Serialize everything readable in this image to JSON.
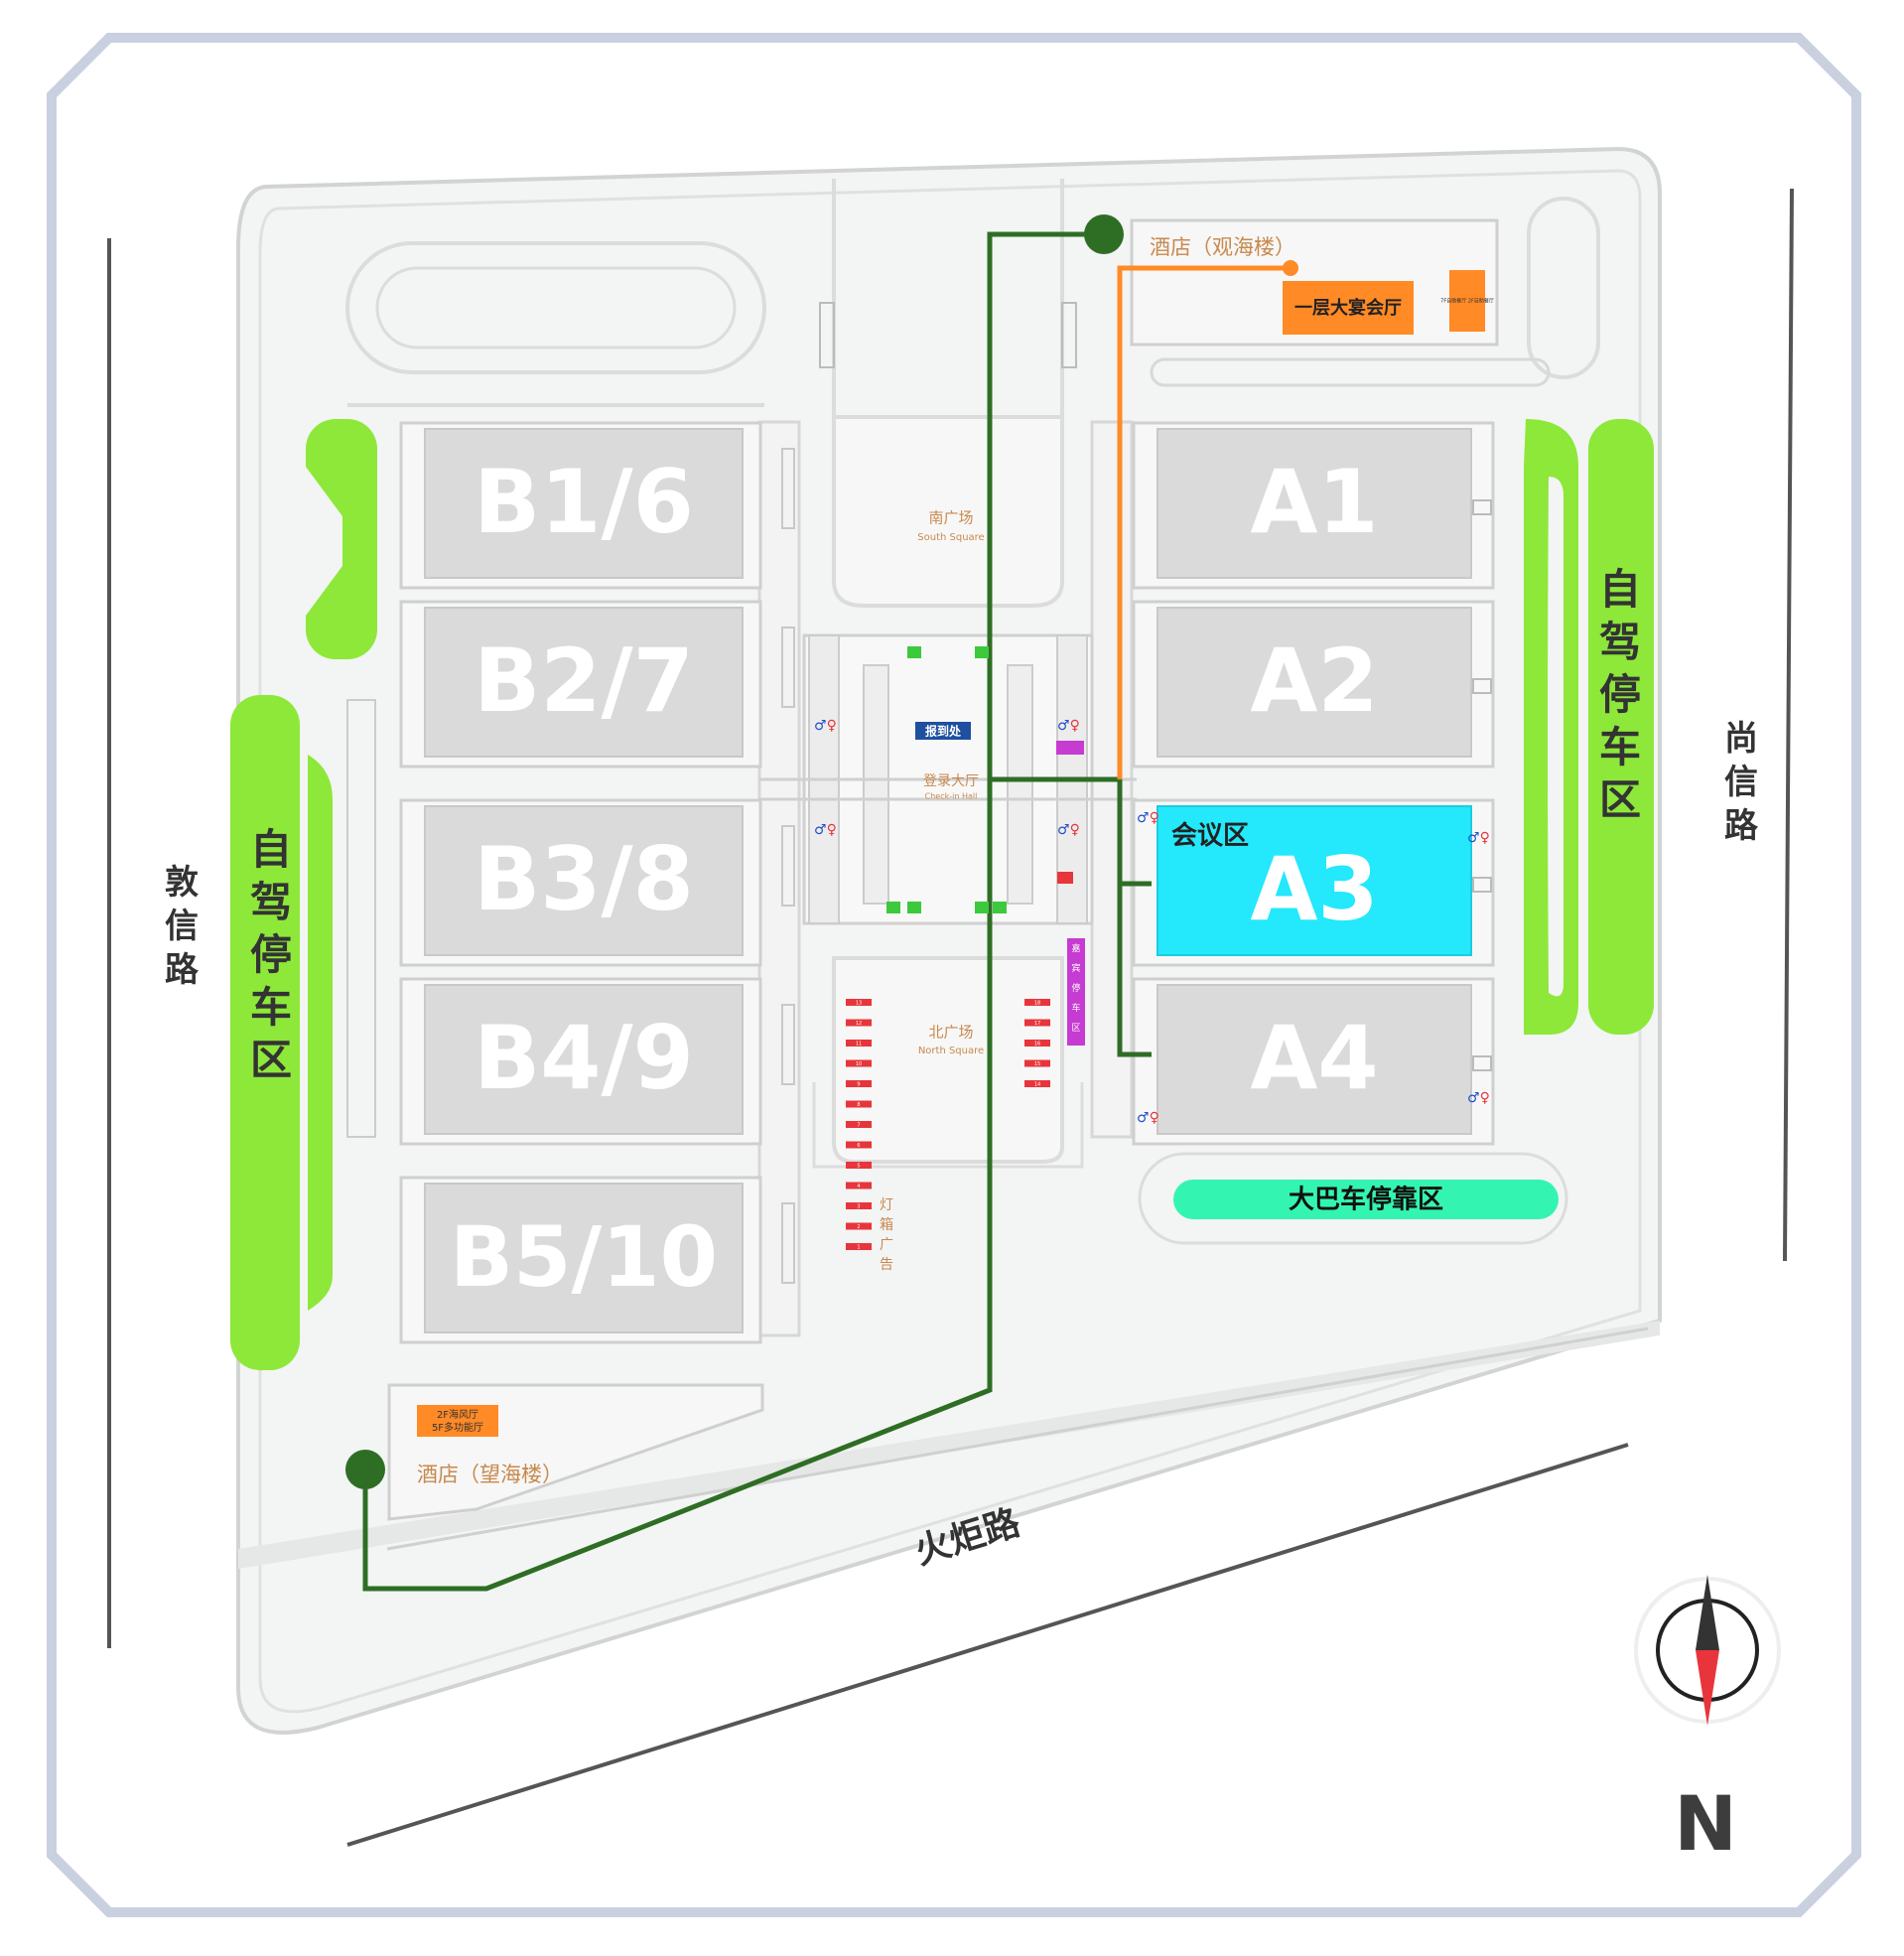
{
  "colors": {
    "frame": "#c9d0e0",
    "ground": "#ffffff",
    "site": "#f1f2f2",
    "outline": "#d9dada",
    "hall": "#dadada",
    "hall_border": "#cfcfcf",
    "green": "#8de83a",
    "bus": "#33f5b1",
    "orange": "#ff8a26",
    "dark_green": "#2e6e24",
    "cyan": "#24e8fb",
    "blue": "#1f4f9f",
    "magenta": "#c63bd1",
    "red": "#e8353b",
    "label_orange": "#c8894e",
    "text": "#333333"
  },
  "halls": {
    "b1": "B1/6",
    "b2": "B2/7",
    "b3": "B3/8",
    "b4": "B4/9",
    "b5": "B5/10",
    "a1": "A1",
    "a2": "A2",
    "a3": "A3",
    "a4": "A4"
  },
  "labels": {
    "meeting_area": "会议区",
    "hotel_north": "酒店（观海楼）",
    "hotel_south": "酒店（望海楼）",
    "banquet_hall": "一层大宴会厅",
    "hotel_north_small": "7F自助餐厅 2F自助餐厅",
    "hotel_south_small_1": "2F海风厅",
    "hotel_south_small_2": "5F多功能厅",
    "south_square_cn": "南广场",
    "south_square_en": "South Square",
    "north_square_cn": "北广场",
    "north_square_en": "North Square",
    "registration": "报到处",
    "checkin_cn": "登录大厅",
    "checkin_en": "Check-in Hall",
    "vip_parking": "嘉宾停车区",
    "lightbox": "灯箱广告",
    "bus_parking": "大巴车停靠区",
    "self_parking_left": "自驾停车区",
    "self_parking_right": "自驾停车区",
    "road_west": "敦信路",
    "road_east": "尚信路",
    "road_south": "火炬路",
    "north": "N"
  },
  "lightbox_left": [
    "13",
    "12",
    "11",
    "10",
    "9",
    "8",
    "7",
    "6",
    "5",
    "4",
    "3",
    "2",
    "1"
  ],
  "lightbox_right": [
    "18",
    "17",
    "16",
    "15",
    "14"
  ]
}
